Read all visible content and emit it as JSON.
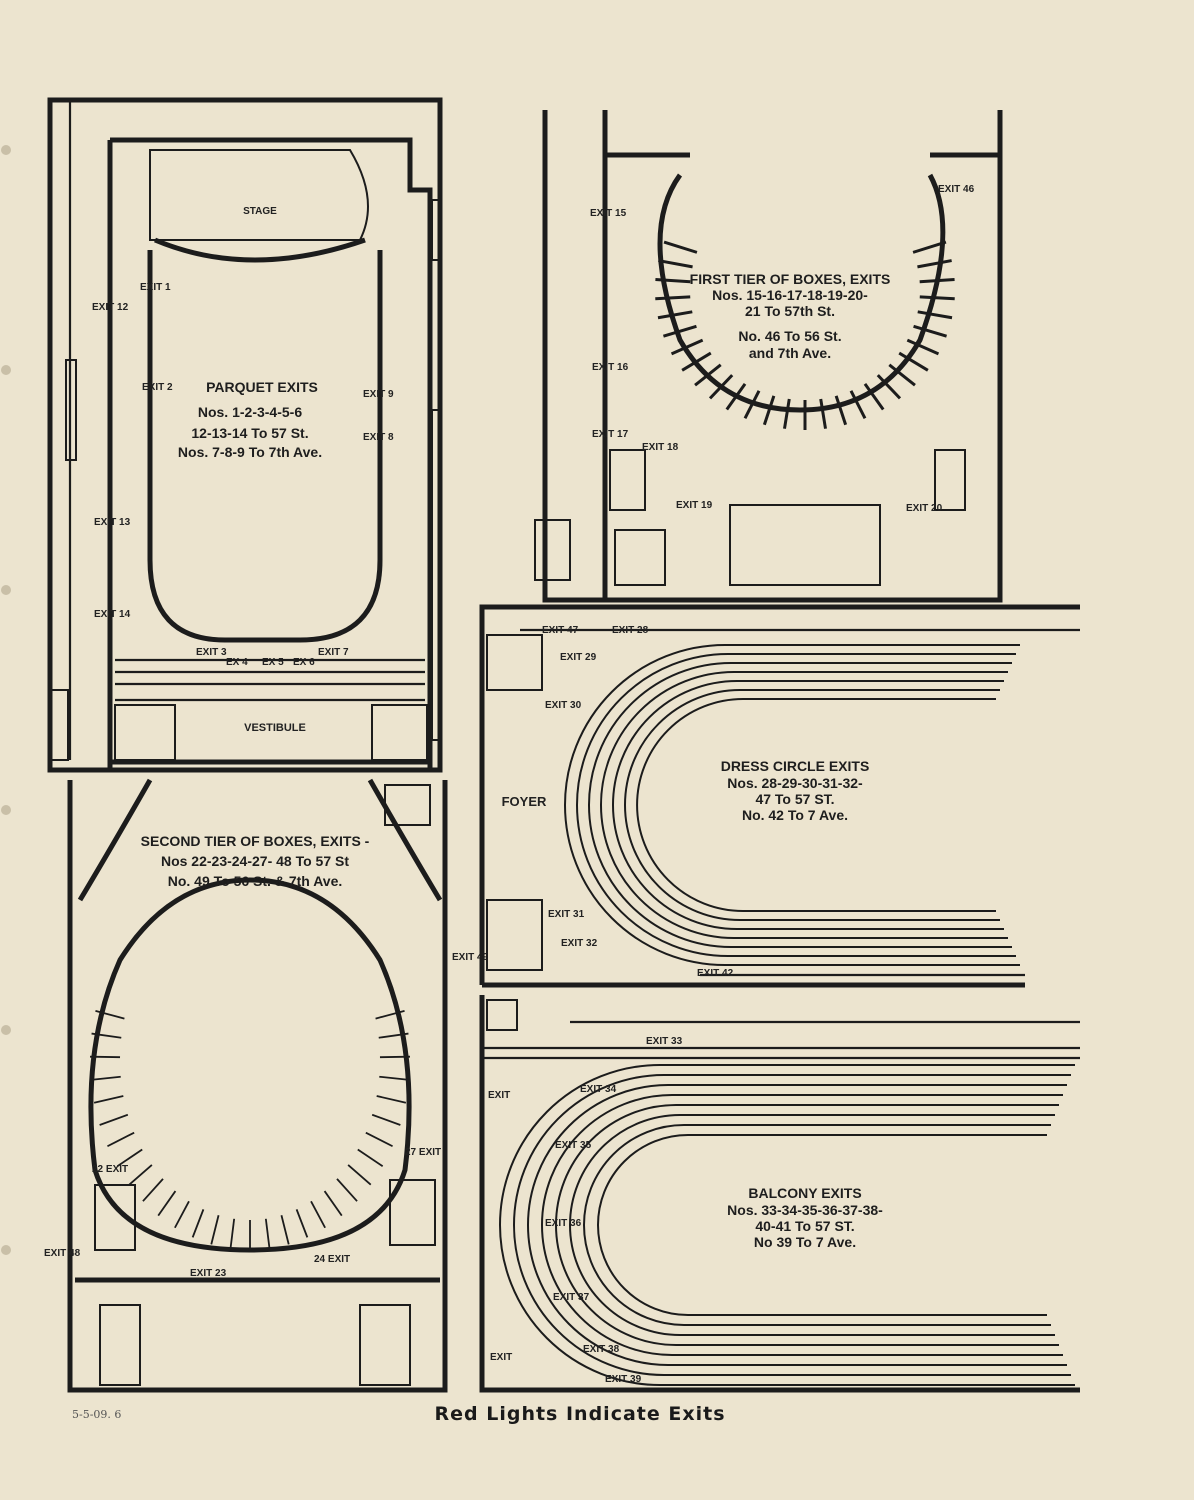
{
  "parquet": {
    "stage": "STAGE",
    "vestibule": "VESTIBULE",
    "title": "PARQUET EXITS",
    "line1": "Nos. 1-2-3-4-5-6",
    "line2": "12-13-14 To 57 St.",
    "line3": "Nos. 7-8-9 To 7th Ave.",
    "exits": {
      "e1": "EXIT 1",
      "e2": "EXIT 2",
      "e12": "EXIT 12",
      "e13": "EXIT 13",
      "e14": "EXIT 14",
      "e9": "EXIT 9",
      "e8": "EXIT 8",
      "e3": "EXIT 3",
      "e4": "EX 4",
      "e5": "EX 5",
      "e6": "EX 6",
      "e7": "EXIT 7"
    }
  },
  "first_tier": {
    "title": "FIRST TIER OF BOXES, EXITS",
    "line1": "Nos. 15-16-17-18-19-20-",
    "line2": "21 To 57th St.",
    "line3": "No. 46 To 56 St.",
    "line4": "and 7th Ave.",
    "exits": {
      "e15": "EXIT 15",
      "e16": "EXIT 16",
      "e17": "EXIT 17",
      "e18": "EXIT 18",
      "e19": "EXIT 19",
      "e20": "EXIT 20",
      "e46": "EXIT 46"
    }
  },
  "second_tier": {
    "title": "SECOND TIER OF BOXES, EXITS -",
    "line1": "Nos 22-23-24-27- 48 To 57 St",
    "line2": "No. 49 To 56 St. & 7th Ave.",
    "exits": {
      "e22": "22 EXIT",
      "e23": "EXIT 23",
      "e24": "24 EXIT",
      "e27": "27 EXIT",
      "e48": "EXIT 48",
      "e49": "EXIT 49"
    }
  },
  "dress_circle": {
    "foyer": "FOYER",
    "title": "DRESS CIRCLE EXITS",
    "line1": "Nos. 28-29-30-31-32-",
    "line2": "47 To 57 ST.",
    "line3": "No. 42 To 7 Ave.",
    "exits": {
      "e47": "EXIT 47",
      "e28": "EXIT 28",
      "e29": "EXIT 29",
      "e30": "EXIT 30",
      "e31": "EXIT 31",
      "e32": "EXIT 32",
      "e42": "EXIT 42"
    }
  },
  "balcony": {
    "title": "BALCONY EXITS",
    "line1": "Nos. 33-34-35-36-37-38-",
    "line2": "40-41 To 57 ST.",
    "line3": "No 39 To 7 Ave.",
    "exits": {
      "e33": "EXIT 33",
      "e34": "EXIT 34",
      "e35": "EXIT 35",
      "e36": "EXIT 36",
      "e37": "EXIT 37",
      "e38": "EXIT 38",
      "e39": "EXIT 39",
      "ea": "EXIT",
      "eb": "EXIT"
    }
  },
  "footer": "Red Lights Indicate Exits",
  "pencil_note": "5-5-09. 6"
}
